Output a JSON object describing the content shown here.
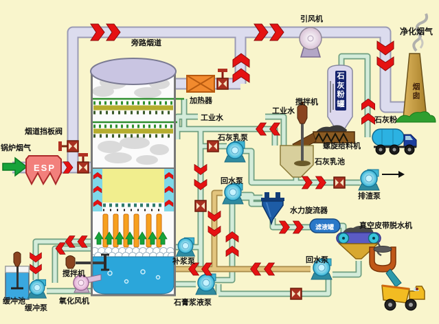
{
  "diagram_labels": {
    "boiler_flue_gas": "锅炉烟气",
    "esp": "ESP",
    "flue_damper_valve": "烟道挡板阀",
    "bypass_duct": "旁路烟道",
    "id_fan": "引风机",
    "clean_flue_gas": "净化烟气",
    "chimney": "烟囱",
    "heater": "加热器",
    "industrial_water_tower": "工业水",
    "industrial_water_pool": "工业水",
    "pool_mixer": "搅拌机",
    "lime_powder_silo": "石灰粉罐",
    "lime_powder": "石灰粉",
    "screw_feeder": "螺旋给料机",
    "lime_milk_pool": "石灰乳池",
    "lime_milk_pump": "石灰乳泵",
    "return_pump_upper": "回水泵",
    "hydrocyclone": "水力旋流器",
    "filtrate_tank": "滤液罐",
    "vacuum_belt_dewaterer": "真空皮带脱水机",
    "slag_pump": "排渣泵",
    "return_pump_lower": "回水泵",
    "makeup_pump": "补浆泵",
    "gypsum_slurry_pump": "石膏浆液泵",
    "tower_mixer": "搅拌机",
    "oxidation_fan": "氧化风机",
    "buffer_pool": "缓冲池",
    "buffer_pump": "缓冲泵"
  },
  "colors": {
    "background": "#f9f5cc",
    "flue_duct": "#dcdcee",
    "water_pipe": "#d4ecda",
    "slurry_pipe": "#e3c57e",
    "arrow_red": "#e51212",
    "arrow_green": "#17a33a",
    "esp_body": "#f2807c",
    "tower_liquid": "#2ba6da",
    "tower_dome": "#c9c5e2",
    "yellow_zone": "#f1ee8e",
    "chimney_gold": "#c79a3e"
  }
}
